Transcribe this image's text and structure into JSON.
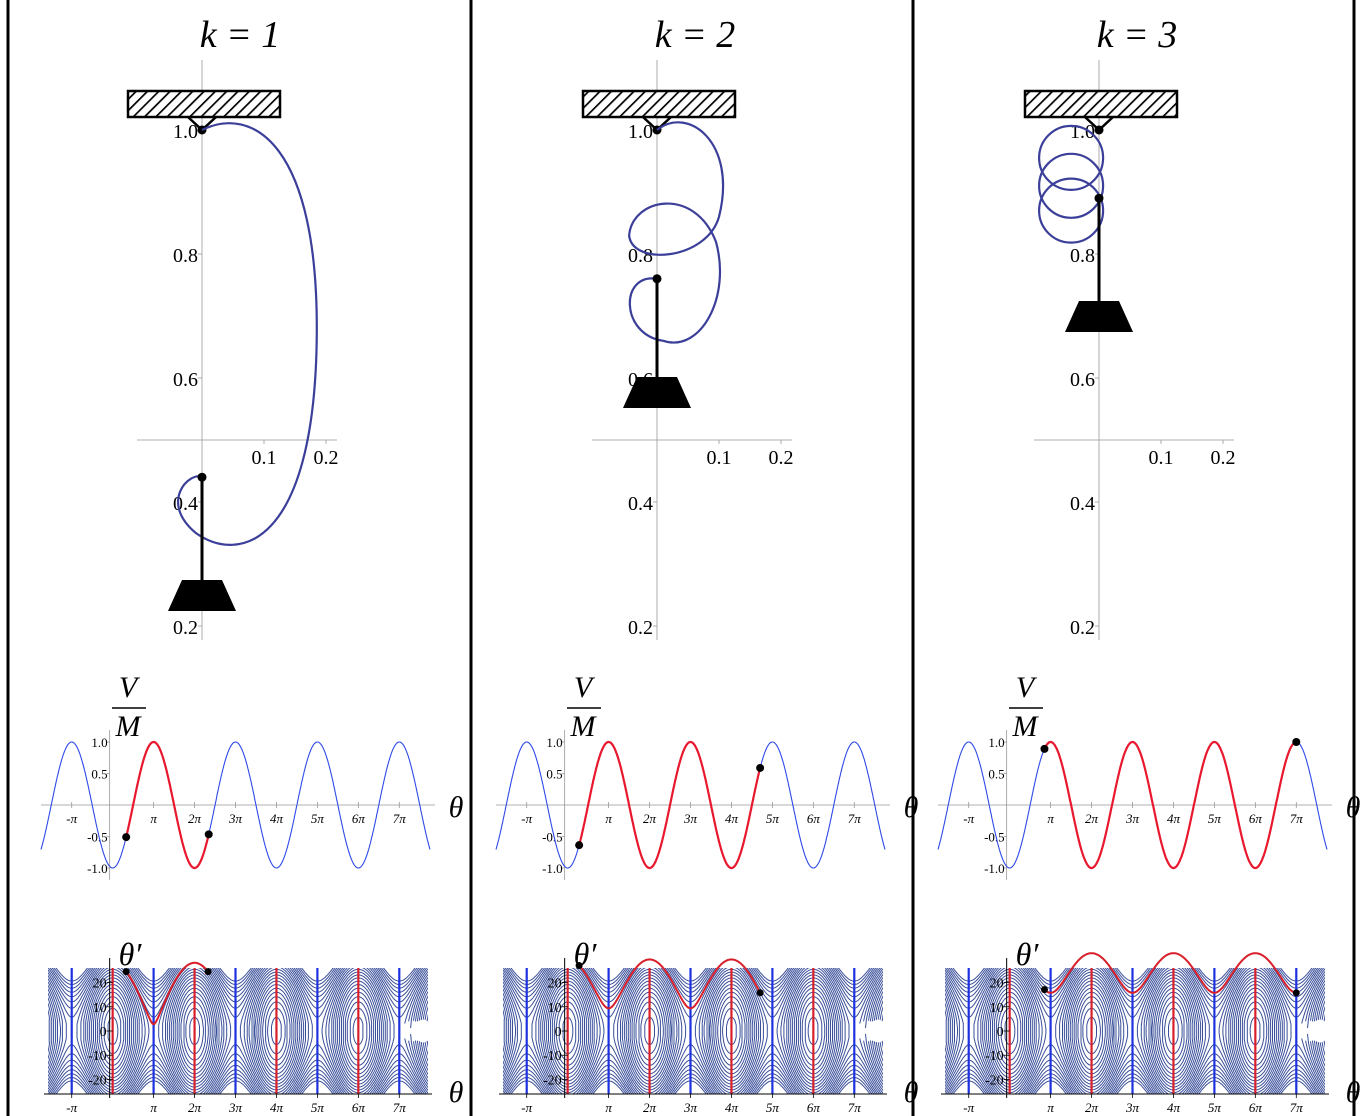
{
  "colors": {
    "trajectory": "#3b3f99",
    "potential": "#2d49e8",
    "highlight": "#e8182e",
    "contour": "#3a4f9a",
    "separatrix_blue": "#1d31e0",
    "separatrix_red": "#d81f2a",
    "axis": "#999999",
    "frame": "#000000"
  },
  "panels": [
    {
      "title": "k = 1",
      "k": 1,
      "pend_ticks_y": [
        "1.0",
        "0.8",
        "0.6",
        "0.4",
        "0.2"
      ],
      "pend_ticks_x": [
        "0.1",
        "0.2"
      ],
      "pot_ticks_y": [
        "1.0",
        "0.5",
        "-0.5",
        "-1.0"
      ],
      "pot_ticks_x": [
        "-π",
        "π",
        "2π",
        "3π",
        "4π",
        "5π",
        "6π",
        "7π"
      ],
      "phase_ticks_y": [
        "20",
        "10",
        "0",
        "-10",
        "-20"
      ],
      "phase_ticks_x": [
        "-π",
        "π",
        "2π",
        "3π",
        "4π",
        "5π",
        "6π",
        "7π"
      ],
      "pot_axis_label_num": "V",
      "pot_axis_label_den": "M",
      "theta_label": "θ",
      "phase_axis_label": "θ′"
    },
    {
      "title": "k = 2",
      "k": 2,
      "pend_ticks_y": [
        "1.0",
        "0.8",
        "0.6",
        "0.4",
        "0.2"
      ],
      "pend_ticks_x": [
        "0.1",
        "0.2"
      ],
      "pot_ticks_y": [
        "1.0",
        "0.5",
        "-0.5",
        "-1.0"
      ],
      "pot_ticks_x": [
        "-π",
        "π",
        "2π",
        "3π",
        "4π",
        "5π",
        "6π",
        "7π"
      ],
      "phase_ticks_y": [
        "20",
        "10",
        "0",
        "-10",
        "-20"
      ],
      "phase_ticks_x": [
        "-π",
        "π",
        "2π",
        "3π",
        "4π",
        "5π",
        "6π",
        "7π"
      ],
      "pot_axis_label_num": "V",
      "pot_axis_label_den": "M",
      "theta_label": "θ",
      "phase_axis_label": "θ′"
    },
    {
      "title": "k = 3",
      "k": 3,
      "pend_ticks_y": [
        "1.0",
        "0.8",
        "0.6",
        "0.4",
        "0.2"
      ],
      "pend_ticks_x": [
        "0.1",
        "0.2"
      ],
      "pot_ticks_y": [
        "1.0",
        "0.5",
        "-0.5",
        "-1.0"
      ],
      "pot_ticks_x": [
        "-π",
        "π",
        "2π",
        "3π",
        "4π",
        "5π",
        "6π",
        "7π"
      ],
      "phase_ticks_y": [
        "20",
        "10",
        "0",
        "-10",
        "-20"
      ],
      "phase_ticks_x": [
        "-π",
        "π",
        "2π",
        "3π",
        "4π",
        "5π",
        "6π",
        "7π"
      ],
      "pot_axis_label_num": "V",
      "pot_axis_label_den": "M",
      "theta_label": "θ",
      "phase_axis_label": "θ′"
    }
  ]
}
